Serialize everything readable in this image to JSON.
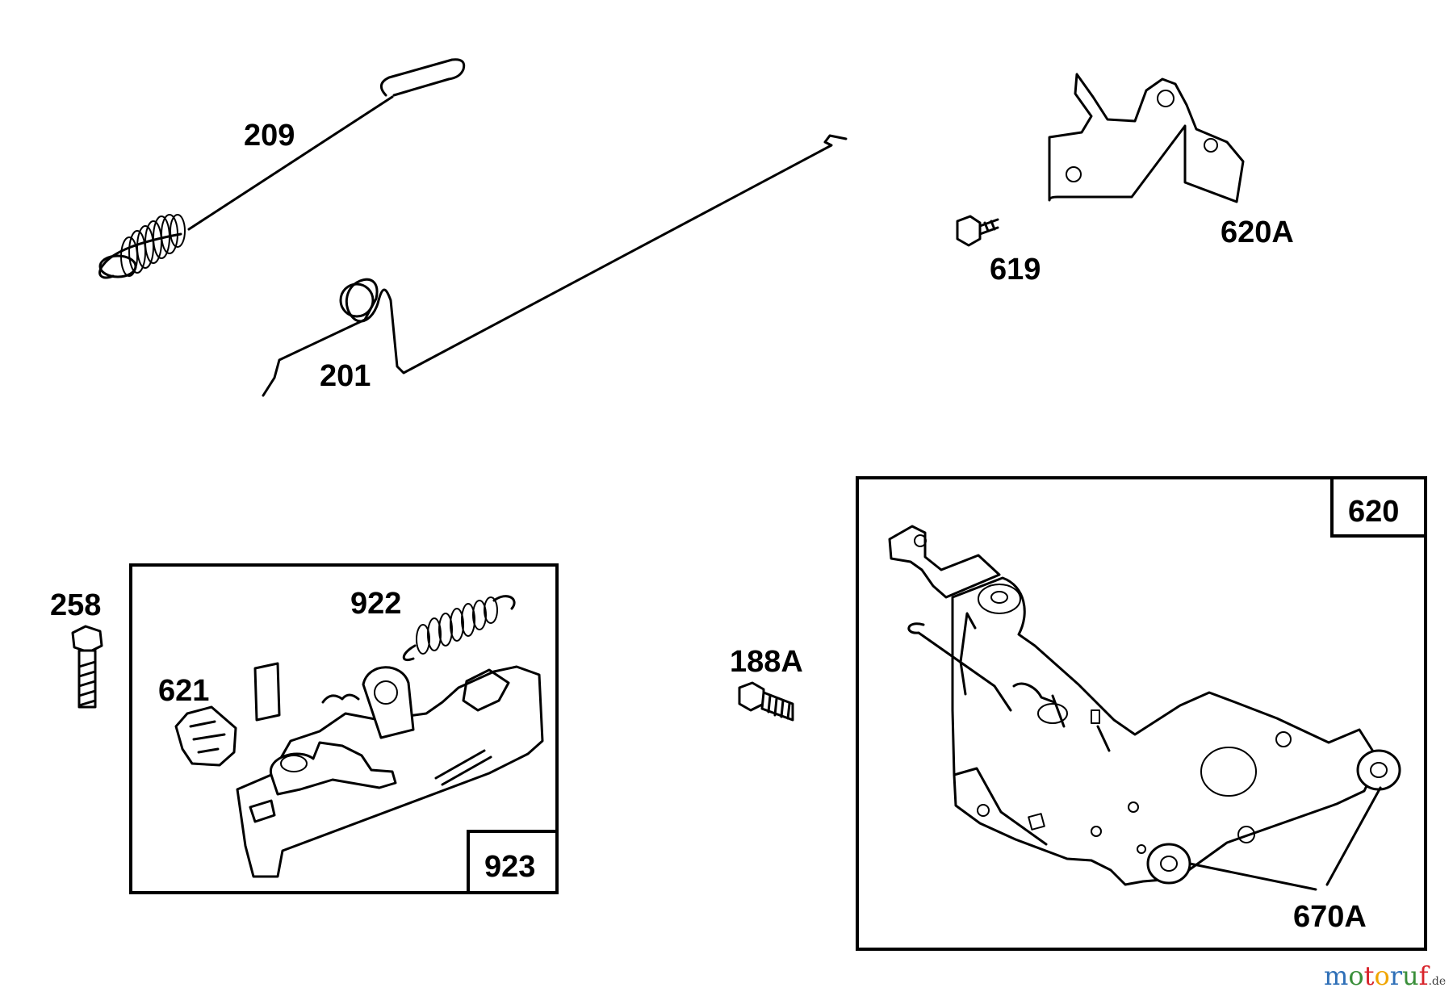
{
  "parts": {
    "p209": "209",
    "p201": "201",
    "p619": "619",
    "p620A": "620A",
    "p258": "258",
    "p922": "922",
    "p621": "621",
    "p923": "923",
    "p188A": "188A",
    "p620": "620",
    "p670A": "670A"
  },
  "watermark": {
    "letters": [
      "m",
      "o",
      "t",
      "o",
      "r",
      "u",
      "f"
    ],
    "letter_colors": [
      "#2e6fb7",
      "#3a8f3a",
      "#d8232a",
      "#f0a500",
      "#2e6fb7",
      "#3a8f3a",
      "#d8232a"
    ],
    "suffix": ".de"
  }
}
